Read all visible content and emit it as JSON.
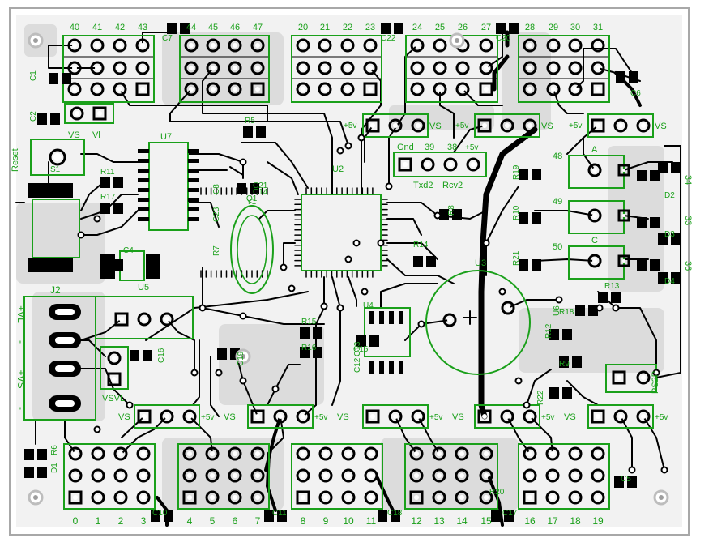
{
  "colors": {
    "silk": "#1aa01a",
    "copper": "#000000",
    "board": "#f2f2f2",
    "shade": "#dcdcdc",
    "frame": "#a8a8a8",
    "pad_hole": "#ffffff"
  },
  "connectors": {
    "top_numbers": [
      "40",
      "41",
      "42",
      "43",
      "44",
      "45",
      "46",
      "47",
      "20",
      "21",
      "22",
      "23",
      "24",
      "25",
      "26",
      "27",
      "28",
      "29",
      "30",
      "31"
    ],
    "bottom_numbers": [
      "0",
      "1",
      "2",
      "3",
      "4",
      "5",
      "6",
      "7",
      "8",
      "9",
      "10",
      "11",
      "12",
      "13",
      "14",
      "15",
      "16",
      "17",
      "18",
      "19"
    ],
    "header_pins": [
      "Gnd",
      "39",
      "38",
      "+5v"
    ],
    "uart_pins": [
      "Txd2",
      "Rcv2"
    ]
  },
  "labels": {
    "plus5v": "+5v",
    "vs": "VS",
    "vl": "VL",
    "ps2p": "PS2P",
    "reset": "Reset",
    "vs_pin": "VS",
    "vl_pin": "Vl",
    "vsvl": "VSVL",
    "n48": "48",
    "n49": "49",
    "n50": "50",
    "a": "A",
    "c": "C",
    "n34": "34",
    "n33": "33",
    "n36": "36",
    "terminal_left": [
      "+VL",
      "-",
      "+VS",
      "-"
    ]
  },
  "components": {
    "C1": "C1",
    "C2": "C2",
    "C4": "C4",
    "C5": "C5",
    "C6": "C6",
    "C7": "C7",
    "C8": "C8",
    "C10": "C10",
    "C11": "C11",
    "C12": "C12",
    "C13": "C13",
    "C14": "C14",
    "C15": "C15",
    "C16": "C16",
    "C17": "C17",
    "C18": "C18",
    "C19": "C19",
    "C20": "C20",
    "C21": "C21",
    "C22": "C22",
    "C23": "C23",
    "R5": "R5",
    "R6": "R6",
    "R7": "R7",
    "R8": "R8",
    "R9": "R9",
    "R10": "R10",
    "R11": "R11",
    "R12": "R12",
    "R13": "R13",
    "R14": "R14",
    "R15": "R15",
    "R16": "R16",
    "R17": "R17",
    "R18": "R18",
    "R19": "R19",
    "R20": "R20",
    "R21": "R21",
    "R22": "R22",
    "U1": "U1",
    "U2": "U2",
    "U3": "U3",
    "U4": "U4",
    "U5": "U5",
    "U6": "U6",
    "U7": "U7",
    "D1": "D1",
    "D2": "D2",
    "D3": "D3",
    "D4": "D4",
    "J2": "J2",
    "S1": "S1",
    "Q1": "Q1",
    "Y1": "Y1"
  }
}
